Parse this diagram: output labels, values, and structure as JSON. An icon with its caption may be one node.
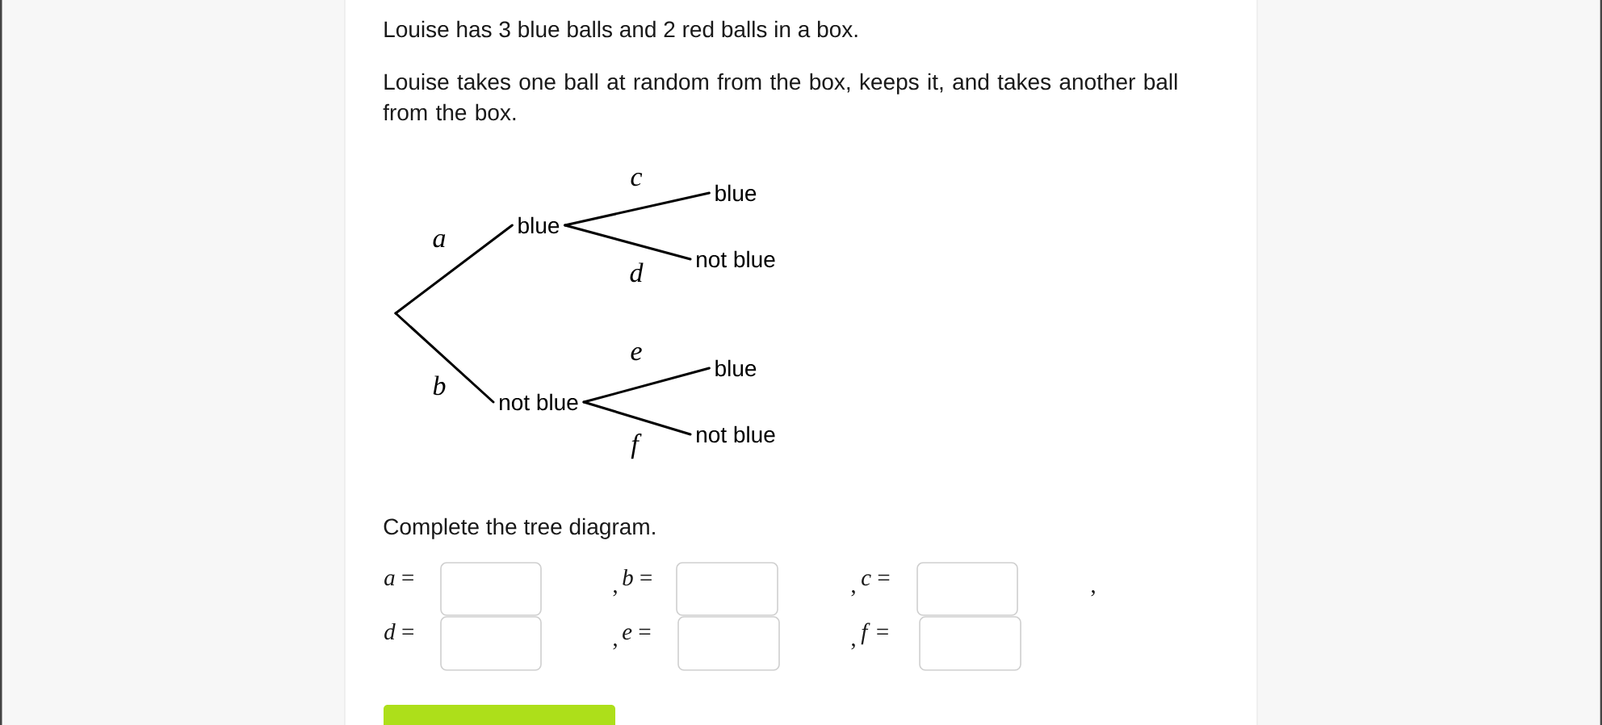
{
  "diagram": {
    "nodes": [
      {
        "text": [
          "blue"
        ]
      },
      {
        "text": [
          "not blue"
        ]
      },
      {
        "text": [
          "blue"
        ]
      },
      {
        "text": [
          "not blue"
        ]
      },
      {
        "text": [
          "blue"
        ]
      },
      {
        "text": [
          "not blue"
        ]
      }
    ],
    "edges": [
      {
        "from": null,
        "to": 0,
        "arrow": "none",
        "label": "a"
      },
      {
        "from": null,
        "to": 1,
        "arrow": "none",
        "label": "b"
      },
      {
        "from": 0,
        "to": 2,
        "arrow": "none",
        "label": "c"
      },
      {
        "from": 0,
        "to": 3,
        "arrow": "none",
        "label": "d"
      },
      {
        "from": 1,
        "to": 4,
        "arrow": "none",
        "label": "e"
      },
      {
        "from": 1,
        "to": 5,
        "arrow": "none",
        "label": "f"
      }
    ],
    "labels": [
      "Louise has 3 blue balls and 2 red balls in a box.",
      "Louise takes one ball at random from the box, keeps it, and takes another ball from the box.",
      "Complete the tree diagram.",
      "*a* =",
      ",",
      "*b* =",
      ",",
      "*c* =",
      ",",
      "*d* =",
      ",",
      "*e* =",
      ",",
      "*f* ="
    ]
  }
}
